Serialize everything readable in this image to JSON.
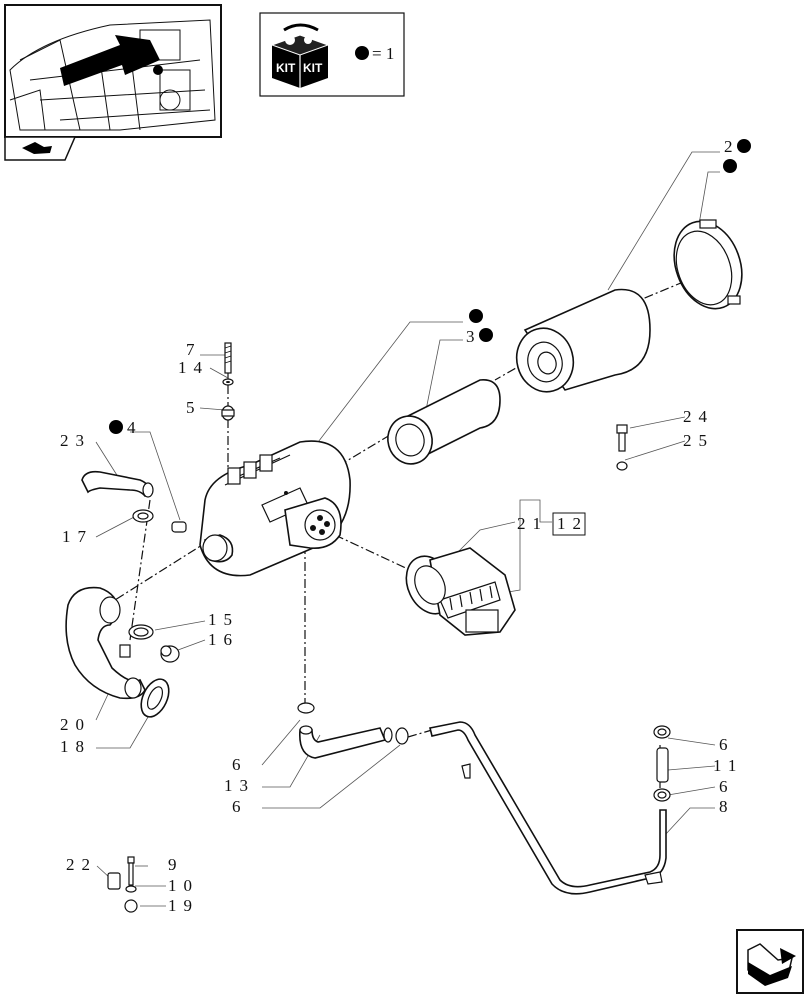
{
  "kit_box": {
    "icon_text_left": "KIT",
    "icon_text_right": "KIT",
    "legend_equals": "= 1"
  },
  "callouts": {
    "c2": "2",
    "c3": "3",
    "c4": "4",
    "c5": "5",
    "c6a": "6",
    "c6b": "6",
    "c6c": "6",
    "c6d": "6",
    "c7": "7",
    "c8": "8",
    "c9": "9",
    "c10": "10",
    "c11": "11",
    "c12": "12",
    "c13": "13",
    "c14": "14",
    "c15": "15",
    "c16": "16",
    "c17": "17",
    "c18": "18",
    "c19": "19",
    "c20": "20",
    "c21": "21",
    "c22": "22",
    "c23": "23",
    "c24": "24",
    "c25": "25"
  },
  "colors": {
    "ink": "#111111",
    "leader": "#555555",
    "marker": "#000000"
  }
}
